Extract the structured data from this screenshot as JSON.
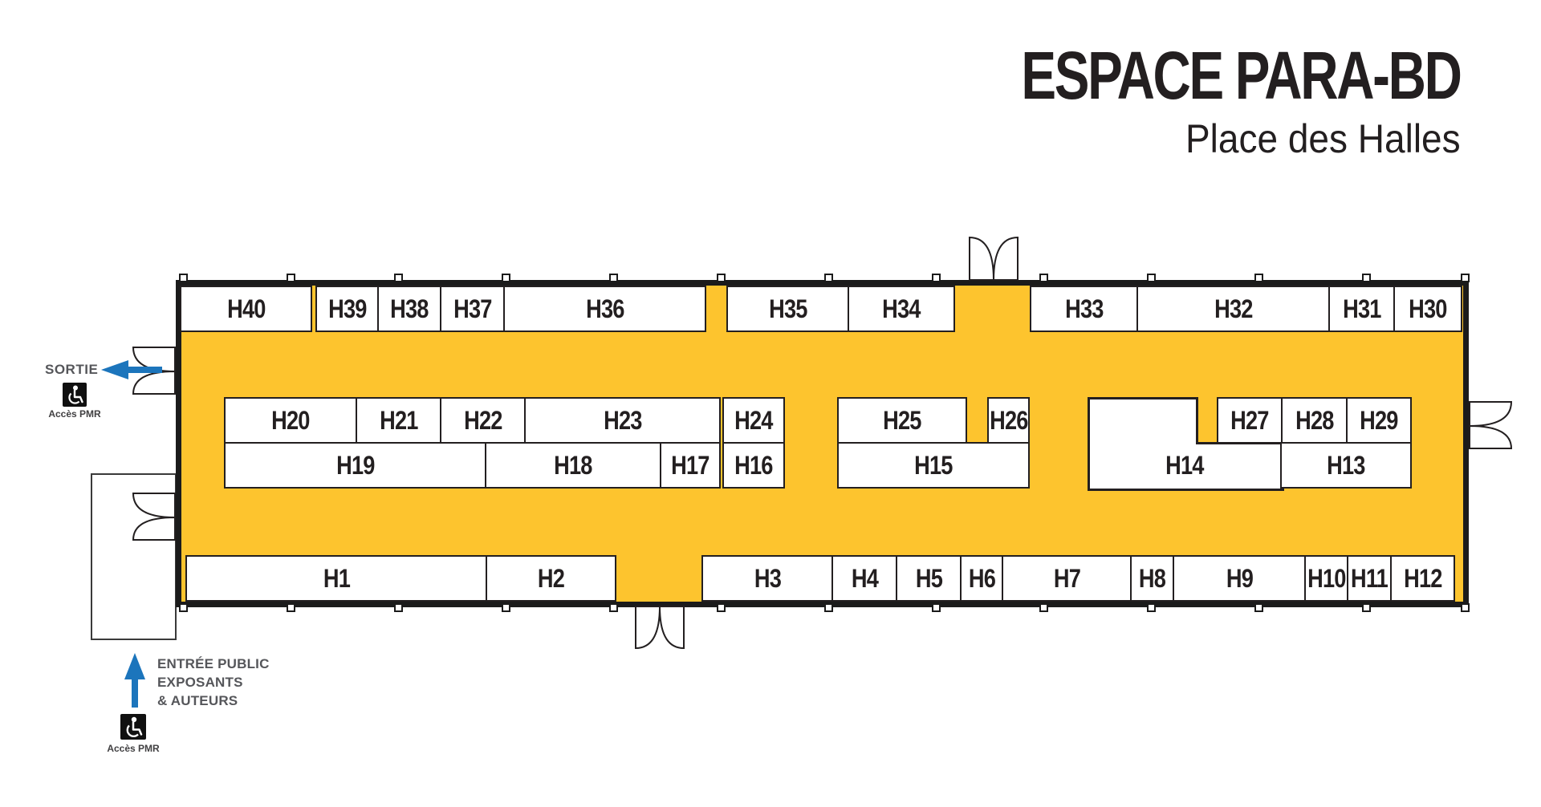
{
  "title": {
    "main": "ESPACE PARA-BD",
    "subtitle": "Place des Halles"
  },
  "signs": {
    "sortie": "SORTIE",
    "entree_line1": "ENTRÉE PUBLIC",
    "entree_line2": "EXPOSANTS",
    "entree_line3": "& AUTEURS",
    "acces_pmr": "Accès PMR"
  },
  "booths": {
    "top": [
      "H40",
      "H39",
      "H38",
      "H37",
      "H36",
      "H35",
      "H34",
      "H33",
      "H32",
      "H31",
      "H30"
    ],
    "mid_left_top": [
      "H20",
      "H21",
      "H22",
      "H23",
      "H24"
    ],
    "mid_left_bottom": [
      "H19",
      "H18",
      "H17",
      "H16"
    ],
    "mid_center_top": [
      "H25",
      "H26"
    ],
    "mid_center_bottom": [
      "H15"
    ],
    "mid_right_top": [
      "H27",
      "H28",
      "H29"
    ],
    "mid_right_bottom": [
      "H14",
      "H13"
    ],
    "bottom": [
      "H1",
      "H2",
      "H3",
      "H4",
      "H5",
      "H6",
      "H7",
      "H8",
      "H9",
      "H10",
      "H11",
      "H12"
    ]
  },
  "colors": {
    "floor_yellow": "#FDC42E",
    "wall_black": "#1B1B1B",
    "booth_fill": "#FFFFFF",
    "booth_border": "#231F20",
    "arrow_blue": "#1C75BC",
    "sign_gray": "#55565A",
    "title_color": "#231F20"
  }
}
